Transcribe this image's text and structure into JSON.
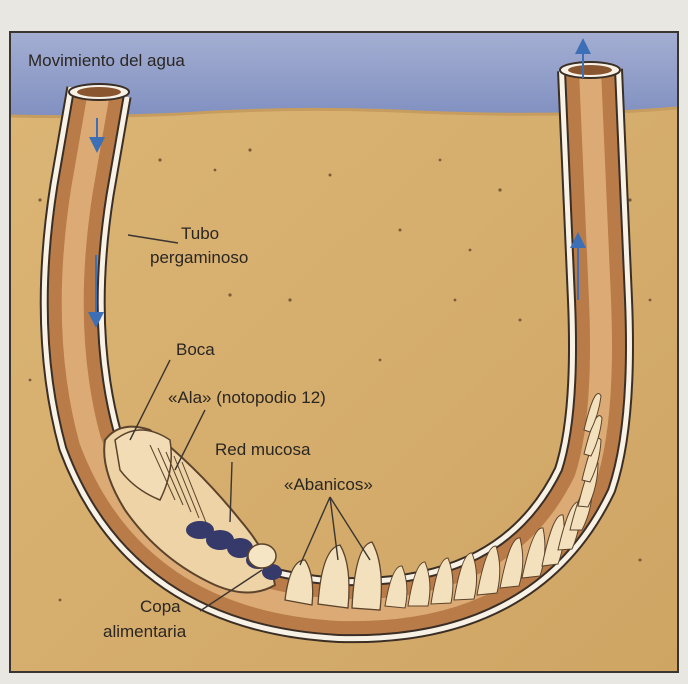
{
  "labels": {
    "water_movement": "Movimiento del agua",
    "tube_line1": "Tubo",
    "tube_line2": "pergaminoso",
    "mouth": "Boca",
    "wing": "«Ala» (notopodio 12)",
    "mucus_net": "Red mucosa",
    "fans": "«Abanicos»",
    "cup_line1": "Copa",
    "cup_line2": "alimentaria"
  },
  "colors": {
    "water": "#8e9bc6",
    "sediment": "#d8b071",
    "tube_wall": "#f7f1e6",
    "tube_interior": "#b97b47",
    "worm_body": "#eed3a6",
    "mucus_net": "#353a6a",
    "arrow": "#3d6fb6"
  },
  "icons": {
    "flow_arrow": "arrow-icon"
  }
}
